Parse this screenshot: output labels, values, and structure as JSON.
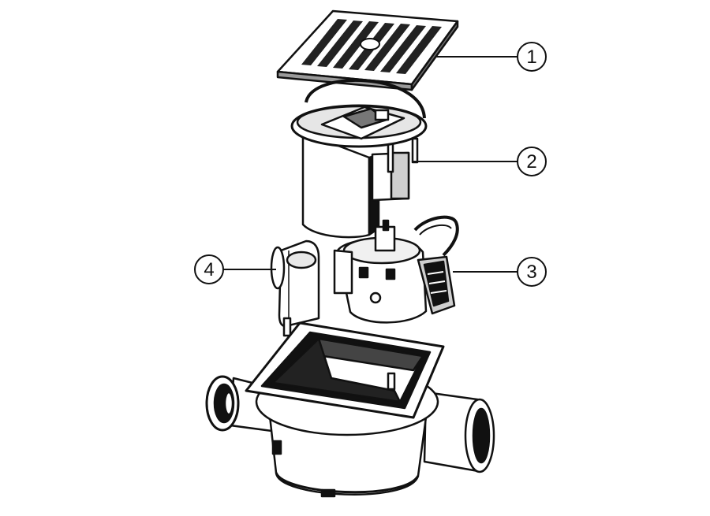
{
  "diagram": {
    "callouts": [
      {
        "number": "1",
        "part": "grate"
      },
      {
        "number": "2",
        "part": "odour-trap-bucket"
      },
      {
        "number": "3",
        "part": "backflow-valve-insert"
      },
      {
        "number": "4",
        "part": "blanking-plug"
      }
    ],
    "colors": {
      "line": "#111111",
      "fill": "#ffffff",
      "shade": "#2a2a2a",
      "mid": "#bdbdbd"
    }
  }
}
